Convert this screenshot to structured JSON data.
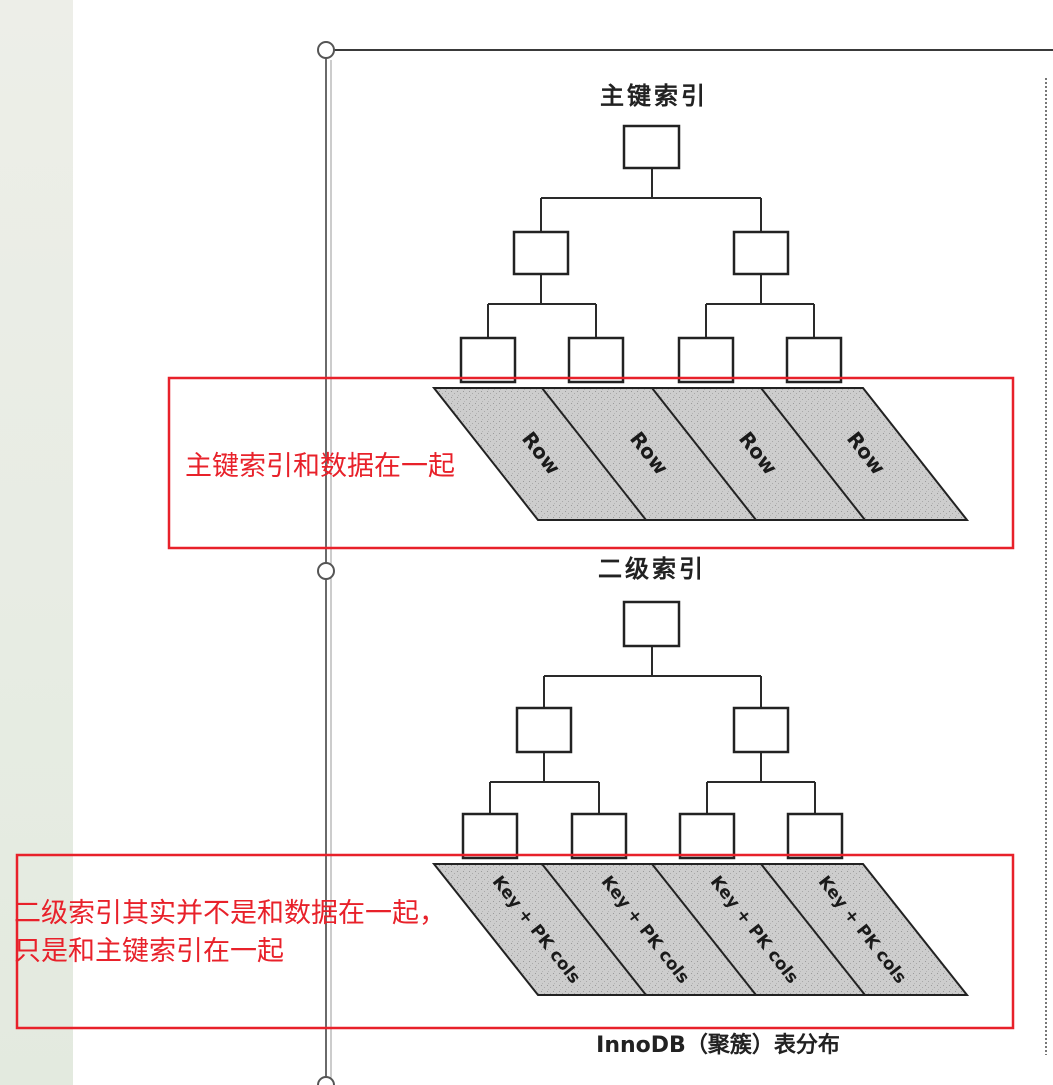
{
  "diagram": {
    "primary_index_title": "主键索引",
    "secondary_index_title": "二级索引",
    "primary_leaf_label": "Row",
    "secondary_leaf_label": "Key + PK cols",
    "caption": "InnoDB（聚簇）表分布"
  },
  "annotations": {
    "primary_note": "主键索引和数据在一起",
    "secondary_note_line1": "二级索引其实并不是和数据在一起，",
    "secondary_note_line2": "只是和主键索引在一起"
  },
  "colors": {
    "annotation_red": "#e8212a",
    "leaf_fill": "#c9c9c9",
    "line": "#2a2a2a"
  }
}
